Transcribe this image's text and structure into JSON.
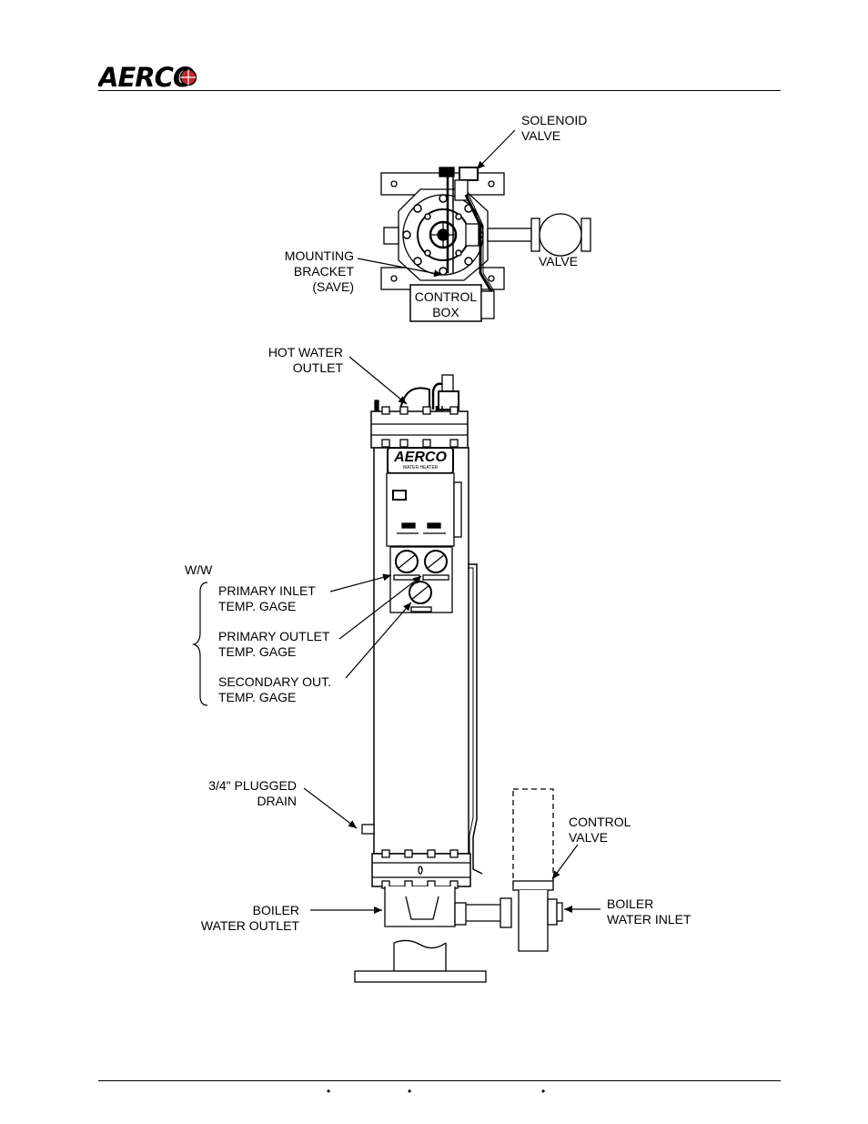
{
  "header": {
    "logo_text": "AERCO"
  },
  "callouts": {
    "solenoid_valve": [
      "SOLENOID",
      "VALVE"
    ],
    "mounting_bracket": [
      "MOUNTING",
      "BRACKET",
      "(SAVE)"
    ],
    "valve": [
      "VALVE"
    ],
    "control_box": [
      "CONTROL",
      "BOX"
    ],
    "hot_water_outlet": [
      "HOT WATER",
      "OUTLET"
    ],
    "ww": [
      "W/W"
    ],
    "primary_inlet_gage": [
      "PRIMARY INLET",
      "TEMP. GAGE"
    ],
    "primary_outlet_gage": [
      "PRIMARY OUTLET",
      "TEMP. GAGE"
    ],
    "secondary_out_gage": [
      "SECONDARY OUT.",
      "TEMP. GAGE"
    ],
    "plugged_drain": [
      "3/4\" PLUGGED",
      "DRAIN"
    ],
    "control_valve": [
      "CONTROL",
      "VALVE"
    ],
    "boiler_water_outlet": [
      "BOILER",
      "WATER OUTLET"
    ],
    "boiler_water_inlet": [
      "BOILER",
      "WATER INLET"
    ]
  },
  "heater_badge": {
    "brand": "AERCO",
    "subtitle": "WATER HEATER"
  },
  "footer": {
    "bullets": [
      "•",
      "•",
      "•"
    ]
  }
}
